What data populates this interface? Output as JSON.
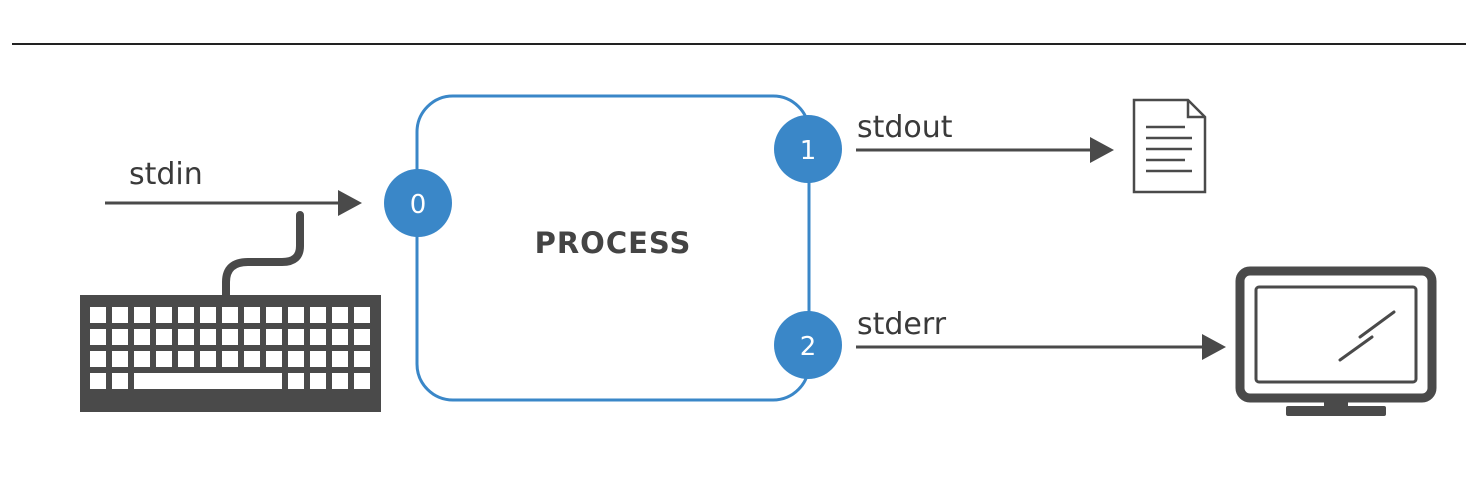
{
  "diagram": {
    "process_label": "PROCESS",
    "streams": {
      "stdin": {
        "label": "stdin",
        "fd": "0"
      },
      "stdout": {
        "label": "stdout",
        "fd": "1"
      },
      "stderr": {
        "label": "stderr",
        "fd": "2"
      }
    }
  },
  "colors": {
    "accent": "#3a87c8",
    "ink": "#4a4a4a",
    "text": "#3a3a3a"
  },
  "icons": {
    "input": "keyboard-icon",
    "stdout_target": "document-icon",
    "stderr_target": "monitor-icon"
  }
}
